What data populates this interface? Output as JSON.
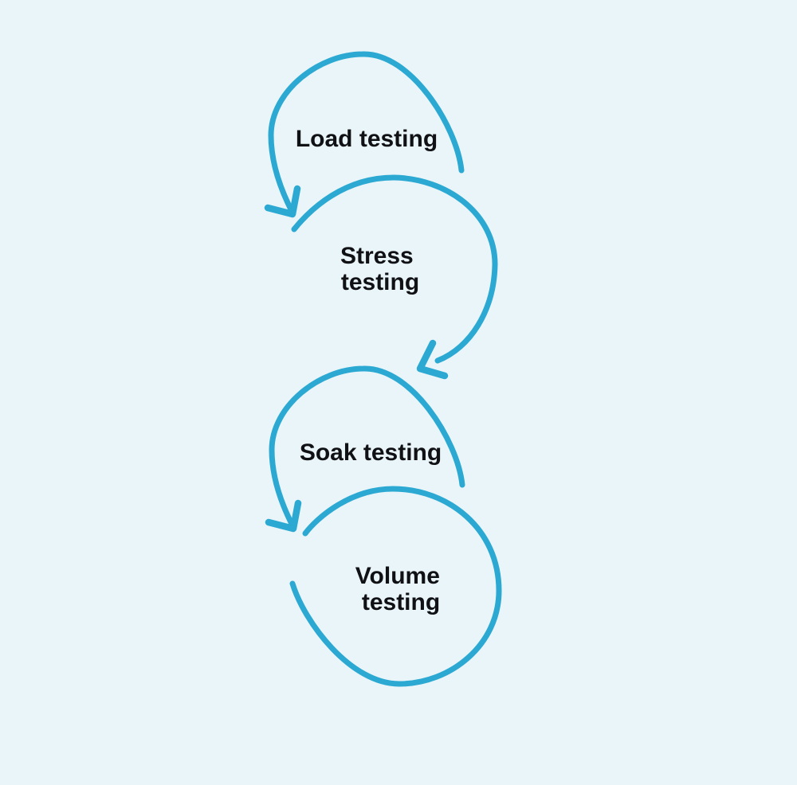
{
  "diagram": {
    "type": "cycle-flow",
    "sequence": [
      "Load testing",
      "Stress testing",
      "Soak testing",
      "Volume testing"
    ],
    "nodes": [
      {
        "id": "load-testing",
        "label": "Load testing",
        "lines": [
          "Load testing"
        ]
      },
      {
        "id": "stress-testing",
        "label": "Stress testing",
        "lines": [
          "Stress",
          "testing"
        ]
      },
      {
        "id": "soak-testing",
        "label": "Soak testing",
        "lines": [
          "Soak testing"
        ]
      },
      {
        "id": "volume-testing",
        "label": "Volume testing",
        "lines": [
          "Volume",
          "testing"
        ]
      }
    ],
    "connectors": [
      {
        "from": "Load testing",
        "to": "Stress testing",
        "style": "loop-arrow"
      },
      {
        "from": "Stress testing",
        "to": "Soak testing",
        "style": "loop-arrow"
      },
      {
        "from": "Soak testing",
        "to": "Volume testing",
        "style": "loop-arrow"
      }
    ],
    "colors": {
      "background": "#EAF5F9",
      "stroke": "#2CA9D2",
      "text": "#101114"
    }
  }
}
